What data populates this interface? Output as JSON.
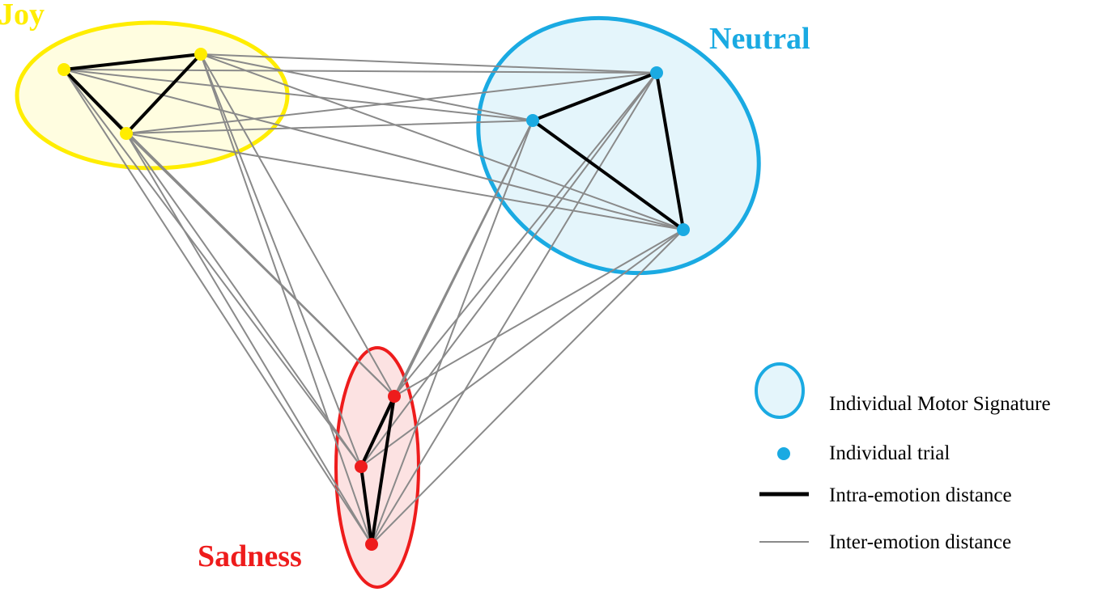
{
  "clusters": [
    {
      "id": "joy",
      "label": "Joy",
      "color": "#FFED00",
      "fill": "#FFFDE0"
    },
    {
      "id": "neutral",
      "label": "Neutral",
      "color": "#1AAAE2",
      "fill": "#E4F5FB"
    },
    {
      "id": "sadness",
      "label": "Sadness",
      "color": "#EE1C1C",
      "fill": "#FCE2E2"
    }
  ],
  "intra_color": "#000000",
  "inter_color": "#8A8A8A",
  "legend": {
    "signature": "Individual Motor Signature",
    "trial": "Individual trial",
    "intra": "Intra-emotion distance",
    "inter": "Inter-emotion distance"
  }
}
